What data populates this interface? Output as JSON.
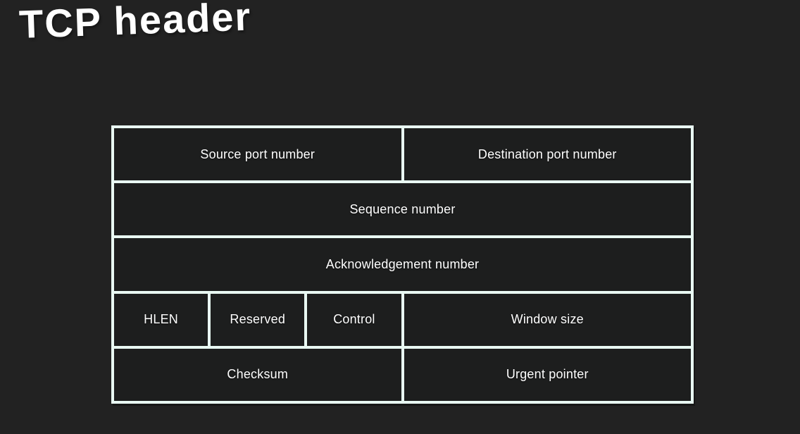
{
  "title": "TCP header",
  "colors": {
    "page_bg": "#222222",
    "cell_bg": "#1d1e1e",
    "border": "#e9f9f3",
    "text": "#ffffff"
  },
  "table": {
    "description": "TCP header field layout diagram, 6-column grid, 5 rows",
    "rows": [
      {
        "cells": [
          {
            "label": "Source port number",
            "span": 3
          },
          {
            "label": "Destination port number",
            "span": 3
          }
        ]
      },
      {
        "cells": [
          {
            "label": "Sequence number",
            "span": 6
          }
        ]
      },
      {
        "cells": [
          {
            "label": "Acknowledgement number",
            "span": 6
          }
        ]
      },
      {
        "cells": [
          {
            "label": "HLEN",
            "span": 1
          },
          {
            "label": "Reserved",
            "span": 1
          },
          {
            "label": "Control",
            "span": 1
          },
          {
            "label": "Window size",
            "span": 3
          }
        ]
      },
      {
        "cells": [
          {
            "label": "Checksum",
            "span": 3
          },
          {
            "label": "Urgent pointer",
            "span": 3
          }
        ]
      }
    ]
  }
}
